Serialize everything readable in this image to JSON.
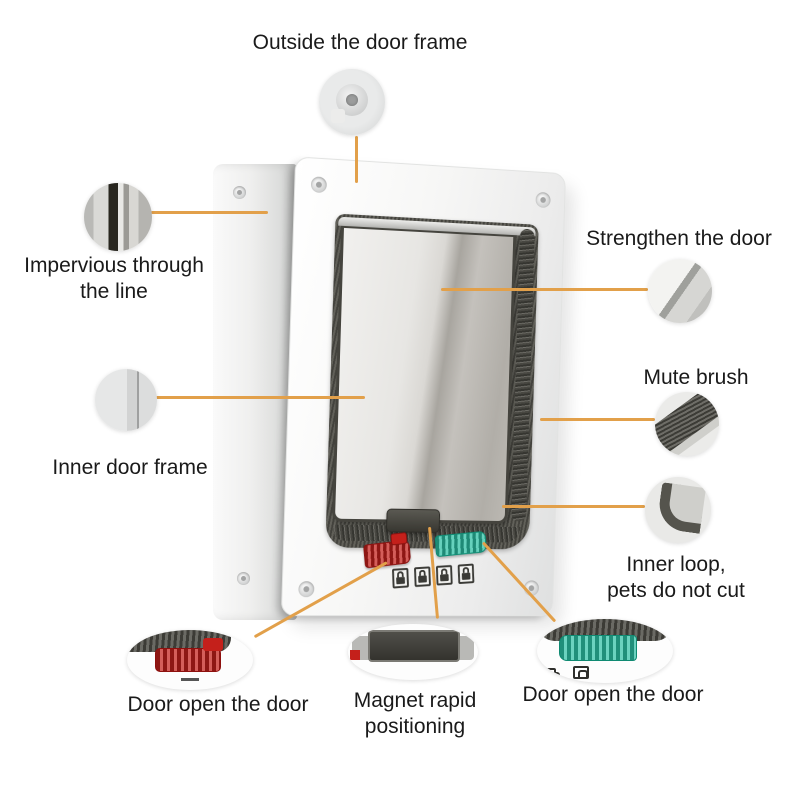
{
  "figure": {
    "callouts": {
      "outside_door_frame": "Outside the door frame",
      "impervious_through_the_line": "Impervious through\nthe line",
      "inner_door_frame": "Inner door frame",
      "strengthen_the_door": "Strengthen the door",
      "mute_brush": "Mute brush",
      "inner_loop": "Inner loop,\npets do not cut",
      "door_open_left": "Door open the door",
      "magnet_rapid_positioning": "Magnet rapid\npositioning",
      "door_open_right": "Door open the door"
    },
    "icons": {
      "lock_mode": "padlock-icon",
      "corner_fastener": "screw-hole-icon"
    },
    "colors": {
      "connector-line": "#E2A04A",
      "latch-red": "#C4201B",
      "latch-teal": "#2BBFA3",
      "brush": "#56554E"
    }
  }
}
